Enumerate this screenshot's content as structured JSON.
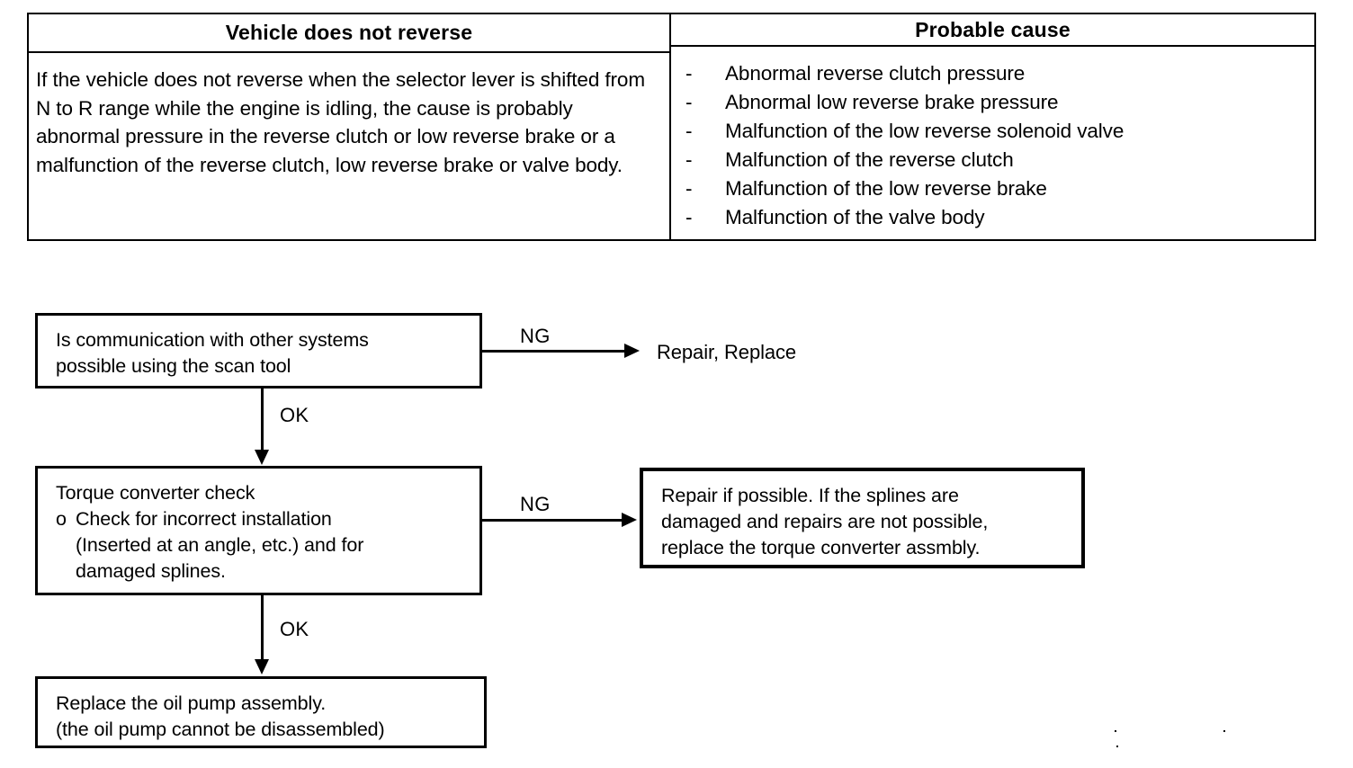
{
  "symptom_table": {
    "headers": {
      "symptom": "Vehicle does not reverse",
      "cause": "Probable cause"
    },
    "symptom_description": "If the vehicle does not reverse when the selector lever is shifted from N to R range while the engine is idling, the cause is probably abnormal pressure in the reverse clutch or low reverse brake or a malfunction of the reverse clutch, low reverse brake or valve body.",
    "bullet_marker": "-",
    "probable_causes": [
      "Abnormal reverse clutch pressure",
      "Abnormal low reverse brake pressure",
      "Malfunction of the low reverse solenoid valve",
      "Malfunction of the reverse clutch",
      "Malfunction of the low reverse brake",
      "Malfunction of the valve body"
    ]
  },
  "flowchart": {
    "step1": {
      "line1": "Is communication with other systems",
      "line2": "possible using the scan tool"
    },
    "step1_ng_label": "NG",
    "step1_ng_result": "Repair, Replace",
    "step1_ok_label": "OK",
    "step2": {
      "title": "Torque converter check",
      "bullet_marker": "o",
      "bullet_line1": "Check for incorrect installation",
      "bullet_line2": "(Inserted at an angle, etc.) and for",
      "bullet_line3": "damaged splines."
    },
    "step2_ng_label": "NG",
    "step2_ng_result": {
      "line1": "Repair if possible. If the splines are",
      "line2": "damaged and repairs are not possible,",
      "line3": "replace the torque converter assmbly."
    },
    "step2_ok_label": "OK",
    "step3": {
      "line1": "Replace the oil pump assembly.",
      "line2": "(the oil pump cannot be disassembled)"
    }
  },
  "colors": {
    "ink": "#000000",
    "paper": "#ffffff"
  }
}
